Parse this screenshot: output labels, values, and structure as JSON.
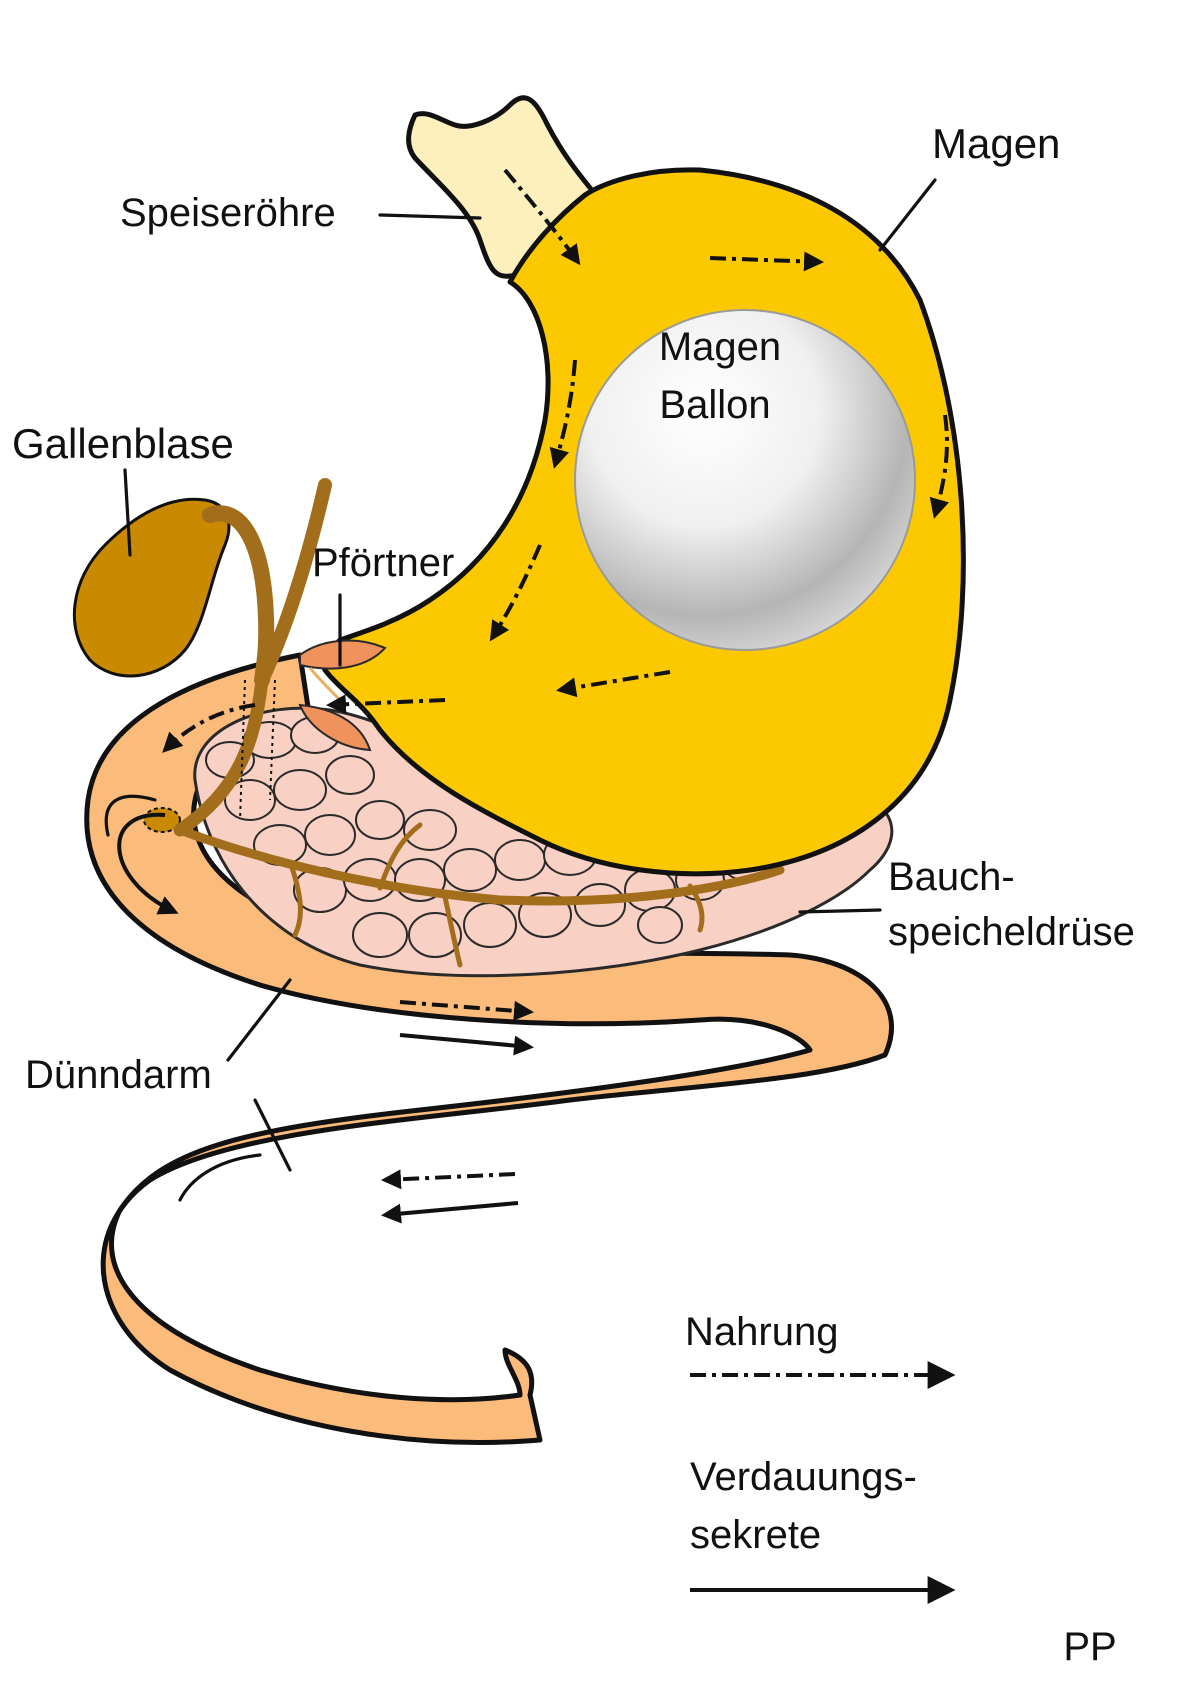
{
  "labels": {
    "esophagus": "Speiseröhre",
    "stomach": "Magen",
    "balloon_line1": "Magen",
    "balloon_line2": "Ballon",
    "gallbladder": "Gallenblase",
    "pylorus": "Pförtner",
    "pancreas_line1": "Bauch-",
    "pancreas_line2": "speicheldrüse",
    "small_intestine": "Dünndarm",
    "author": "PP"
  },
  "legend": {
    "food_label": "Nahrung",
    "secretions_line1": "Verdauungs-",
    "secretions_line2": "sekrete",
    "food_style": "dash-dot",
    "secretions_style": "solid"
  },
  "colors": {
    "stomach": "#fcc900",
    "esophagus": "#fdf0bd",
    "intestine": "#fbbb7b",
    "pancreas": "#f9d0c4",
    "gallbladder": "#c98a00",
    "bile_duct": "#c88c2a",
    "pylorus_muscle": "#f0925c",
    "outline": "#111111"
  }
}
